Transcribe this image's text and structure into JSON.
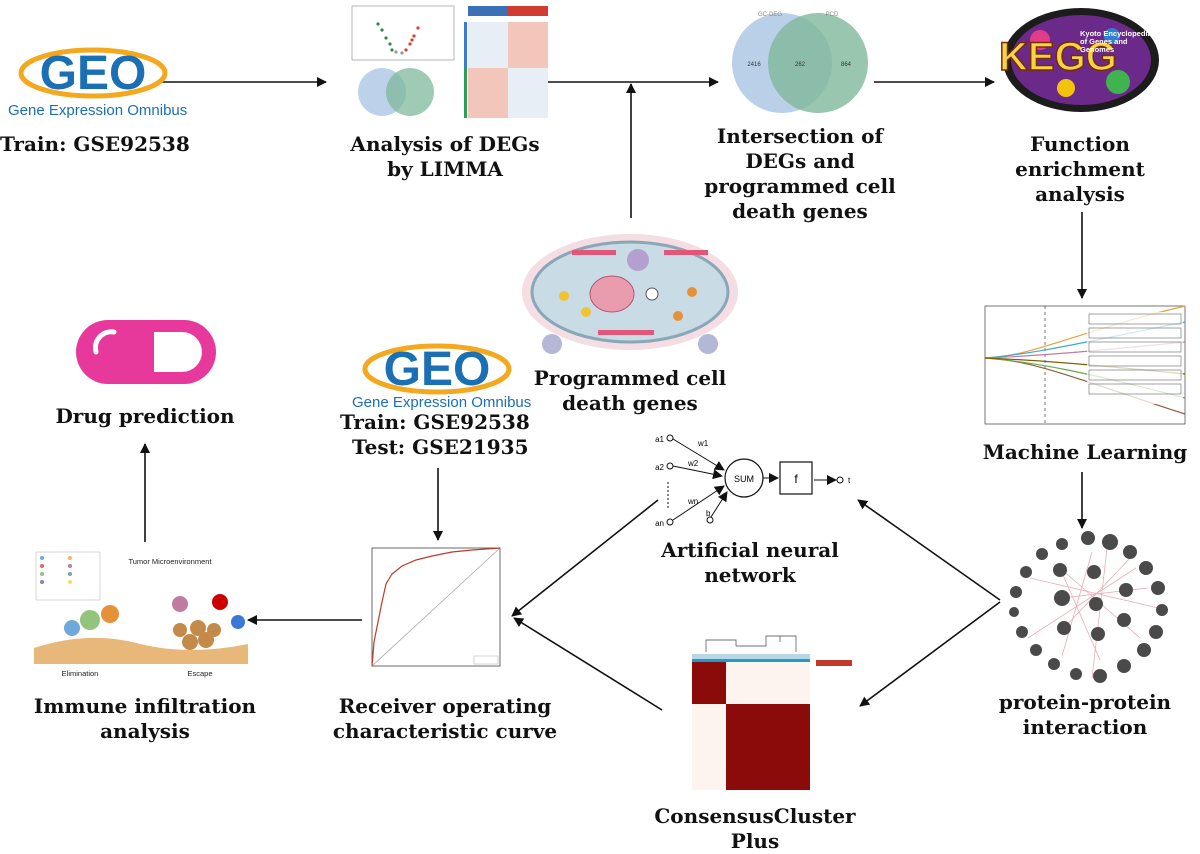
{
  "geo_logo": {
    "text": "GEO",
    "subtitle": "Gene Expression Omnibus"
  },
  "kegg_logo": {
    "text": "KEGG",
    "subtitle": "Kyoto Encyclopedia of Genes and Genomes"
  },
  "nodes": {
    "train_geo": {
      "lines": [
        "Train:  GSE92538"
      ]
    },
    "limma": {
      "lines": [
        "Analysis of DEGs",
        "by LIMMA"
      ]
    },
    "intersection": {
      "lines": [
        "Intersection of",
        "DEGs and",
        "programmed cell",
        "death genes"
      ]
    },
    "enrichment": {
      "lines": [
        "Function",
        "enrichment",
        "analysis"
      ]
    },
    "pcd_genes": {
      "lines": [
        "Programmed cell",
        "death genes"
      ]
    },
    "machine_learning": {
      "lines": [
        "Machine Learning"
      ]
    },
    "drug_prediction": {
      "lines": [
        "Drug prediction"
      ]
    },
    "train_test_geo": {
      "lines": [
        "Train:  GSE92538",
        "Test:  GSE21935"
      ]
    },
    "ann": {
      "lines": [
        "Artificial neural",
        "network"
      ]
    },
    "ppi": {
      "lines": [
        "protein-protein",
        "interaction"
      ]
    },
    "immune": {
      "lines": [
        "Immune infiltration",
        "analysis"
      ]
    },
    "roc": {
      "lines": [
        "Receiver operating",
        "characteristic curve"
      ]
    },
    "consensus": {
      "lines": [
        "ConsensusCluster",
        "Plus"
      ]
    }
  },
  "venn": {
    "left_set": "GC-DEG",
    "right_set": "PCD",
    "left_only": "2416",
    "both": "262",
    "right_only": "864"
  },
  "ann_diagram": {
    "inputs": [
      "a1",
      "a2",
      "an"
    ],
    "weights": [
      "w1",
      "w2",
      "wn"
    ],
    "bias": "b",
    "sum": "SUM",
    "func": "f",
    "output": "t"
  },
  "immune_panel": {
    "title": "Tumor Microenvironment",
    "left": "Elimination",
    "right": "Escape"
  },
  "colors": {
    "pill": "#e6399b",
    "venn_left": "#b6cde8",
    "venn_right": "#7fb89a",
    "heatmap": "#8b0a0a",
    "geo_blue": "#1a6fb5",
    "geo_gold": "#f4a81d"
  }
}
